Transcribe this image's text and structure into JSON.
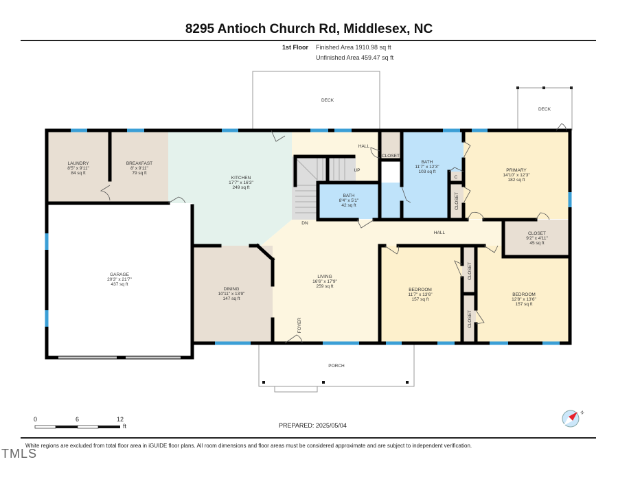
{
  "header": {
    "title": "8295 Antioch Church Rd, Middlesex, NC",
    "floor": "1st Floor",
    "finished_area": "Finished Area 1910.98 sq ft",
    "unfinished_area": "Unfinished Area 459.47 sq ft"
  },
  "rooms": {
    "laundry": {
      "name": "LAUNDRY",
      "dims": "8'5\" x 9'11\"",
      "area": "84 sq ft"
    },
    "breakfast": {
      "name": "BREAKFAST",
      "dims": "8' x 9'11\"",
      "area": "79 sq ft"
    },
    "kitchen": {
      "name": "KITCHEN",
      "dims": "17'7\" x 16'3\"",
      "area": "249 sq ft"
    },
    "bath_small": {
      "name": "BATH",
      "dims": "8'4\" x 5'1\"",
      "area": "42 sq ft"
    },
    "bath_main": {
      "name": "BATH",
      "dims": "11'7\" x 12'3\"",
      "area": "103 sq ft"
    },
    "primary": {
      "name": "PRIMARY",
      "dims": "14'10\" x 12'3\"",
      "area": "182 sq ft"
    },
    "closet_hall": {
      "name": "CLOSET",
      "dims": "9'2\" x 4'11\"",
      "area": "45 sq ft"
    },
    "garage": {
      "name": "GARAGE",
      "dims": "20'3\" x 21'7\"",
      "area": "437 sq ft"
    },
    "dining": {
      "name": "DINING",
      "dims": "10'11\" x 13'9\"",
      "area": "147 sq ft"
    },
    "living": {
      "name": "LIVING",
      "dims": "16'6\" x 17'9\"",
      "area": "259 sq ft"
    },
    "bedroom1": {
      "name": "BEDROOM",
      "dims": "11'7\" x 13'6\"",
      "area": "157 sq ft"
    },
    "bedroom2": {
      "name": "BEDROOM",
      "dims": "12'8\" x 13'6\"",
      "area": "157 sq ft"
    }
  },
  "labels": {
    "deck_main": "DECK",
    "deck_right": "DECK",
    "porch": "PORCH",
    "hall_top": "HALL",
    "hall_main": "HALL",
    "closet_top": "CLOSET",
    "closet_c": "C",
    "closet_primary": "CLOSET",
    "closet_bed_upper": "CLOSET",
    "closet_bed_lower": "CLOSET",
    "stairs_up": "UP",
    "stairs_down": "DN",
    "foyer": "FOYER"
  },
  "scale": {
    "ticks": [
      "0",
      "6",
      "12"
    ],
    "unit": "ft"
  },
  "footer": {
    "prepared": "PREPARED: 2025/05/04",
    "disclaimer": "White regions are excluded from total floor area in iGUIDE floor plans. All room dimensions and floor areas must be considered approximate and are subject to independent verification.",
    "mls": "TMLS"
  },
  "colors": {
    "wall": "#000000",
    "window": "#3b9fd6",
    "tan_room": "#e8dfd3",
    "kitchen": "#e4f2ec",
    "bath": "#bfe3fa",
    "living": "#fdf6e0",
    "bedroom": "#fdf0cc"
  }
}
